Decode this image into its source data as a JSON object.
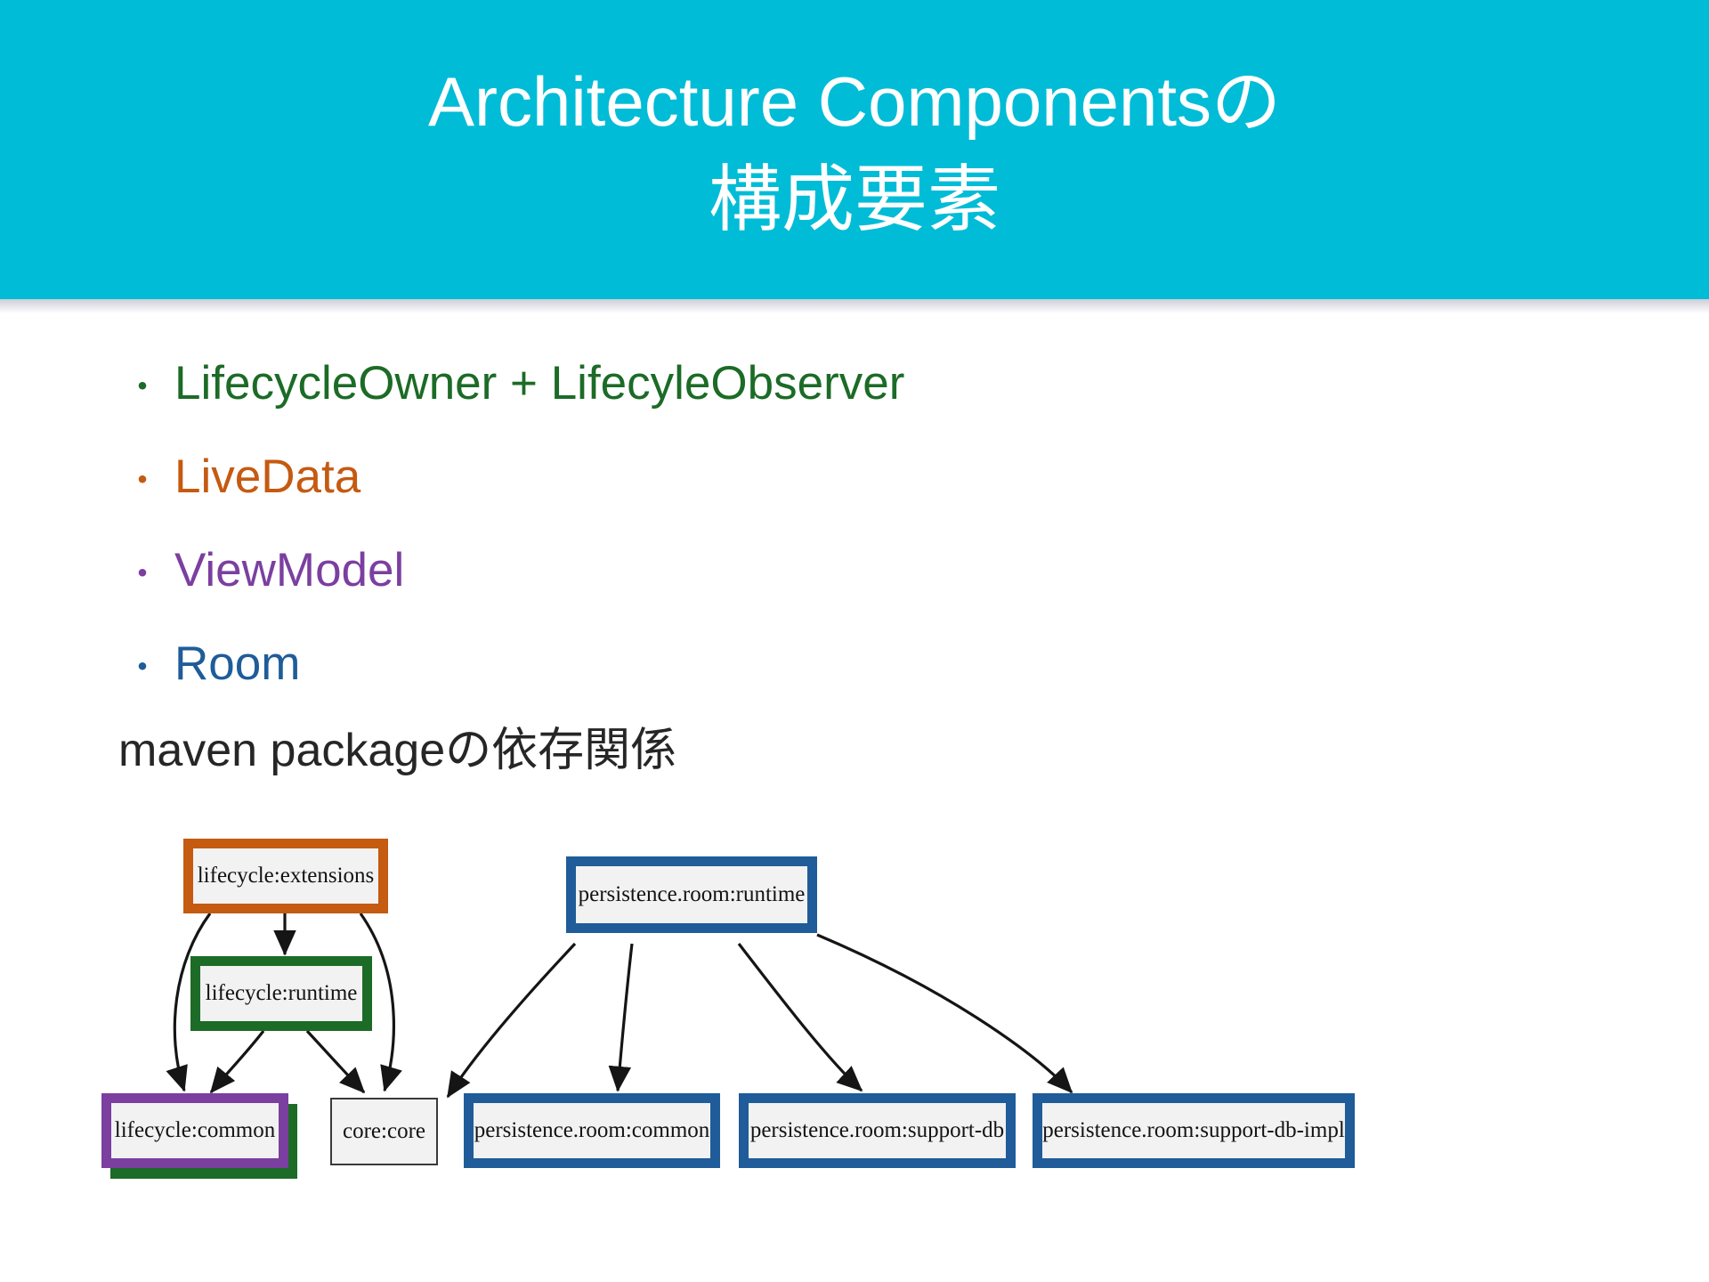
{
  "slide": {
    "title_line_1": "Architecture Componentsの",
    "title_line_2": "構成要素",
    "header_bg": "#00BCD7",
    "title_color": "#FFFFFF"
  },
  "bullets": [
    {
      "marker": "・",
      "label": "LifecycleOwner + LifecyleObserver",
      "color": "#1C6B26"
    },
    {
      "marker": "・",
      "label": "LiveData",
      "color": "#C55A11"
    },
    {
      "marker": "・",
      "label": "ViewModel",
      "color": "#7B3FA0"
    },
    {
      "marker": "・",
      "label": "Room",
      "color": "#1F5C99"
    }
  ],
  "caption": {
    "text": "maven packageの依存関係",
    "color": "#262626"
  },
  "graph": {
    "nodes": [
      {
        "id": "lifecycle-extensions",
        "label": "lifecycle:extensions",
        "style": "orange"
      },
      {
        "id": "lifecycle-runtime",
        "label": "lifecycle:runtime",
        "style": "green"
      },
      {
        "id": "lifecycle-common",
        "label": "lifecycle:common",
        "style": "purple-green"
      },
      {
        "id": "core-core",
        "label": "core:core",
        "style": "plain"
      },
      {
        "id": "persistence-room-runtime",
        "label": "persistence.room:runtime",
        "style": "blue"
      },
      {
        "id": "persistence-room-common",
        "label": "persistence.room:common",
        "style": "blue"
      },
      {
        "id": "persistence-room-support-db",
        "label": "persistence.room:support-db",
        "style": "blue"
      },
      {
        "id": "persistence-room-support-db-impl",
        "label": "persistence.room:support-db-impl",
        "style": "blue"
      }
    ],
    "edges": [
      {
        "from": "lifecycle-extensions",
        "to": "lifecycle-runtime"
      },
      {
        "from": "lifecycle-extensions",
        "to": "lifecycle-common"
      },
      {
        "from": "lifecycle-extensions",
        "to": "core-core"
      },
      {
        "from": "lifecycle-runtime",
        "to": "lifecycle-common"
      },
      {
        "from": "lifecycle-runtime",
        "to": "core-core"
      },
      {
        "from": "persistence-room-runtime",
        "to": "core-core"
      },
      {
        "from": "persistence-room-runtime",
        "to": "persistence-room-common"
      },
      {
        "from": "persistence-room-runtime",
        "to": "persistence-room-support-db"
      },
      {
        "from": "persistence-room-runtime",
        "to": "persistence-room-support-db-impl"
      }
    ],
    "colors": {
      "orange": "#C55A11",
      "green": "#1C6B26",
      "blue": "#1F5C99",
      "purple": "#7B3FA0",
      "node_fill": "#F2F2F2",
      "edge": "#1a1a1a"
    }
  }
}
